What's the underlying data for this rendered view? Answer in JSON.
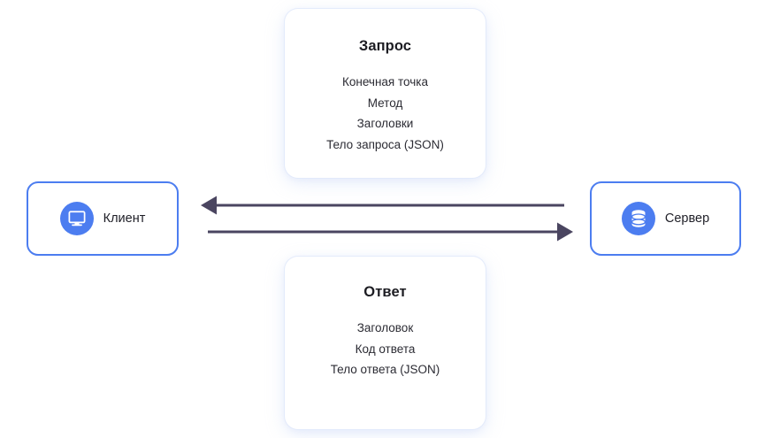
{
  "diagram": {
    "title": "Client-Server HTTP request/response diagram",
    "accent_color": "#4c7df0",
    "arrow_color": "#4a4560",
    "card_text_color": "#2b2b33"
  },
  "request_card": {
    "title": "Запрос",
    "items": [
      "Конечная точка",
      "Метод",
      "Заголовки",
      "Тело запроса (JSON)"
    ]
  },
  "response_card": {
    "title": "Ответ",
    "items": [
      "Заголовок",
      "Код ответа",
      "Тело ответа (JSON)"
    ]
  },
  "client_node": {
    "label": "Клиент",
    "icon": "monitor-icon"
  },
  "server_node": {
    "label": "Сервер",
    "icon": "database-icon"
  },
  "arrows": [
    {
      "name": "response-arrow",
      "direction": "left",
      "from": "server",
      "to": "client"
    },
    {
      "name": "request-arrow",
      "direction": "right",
      "from": "client",
      "to": "server"
    }
  ]
}
